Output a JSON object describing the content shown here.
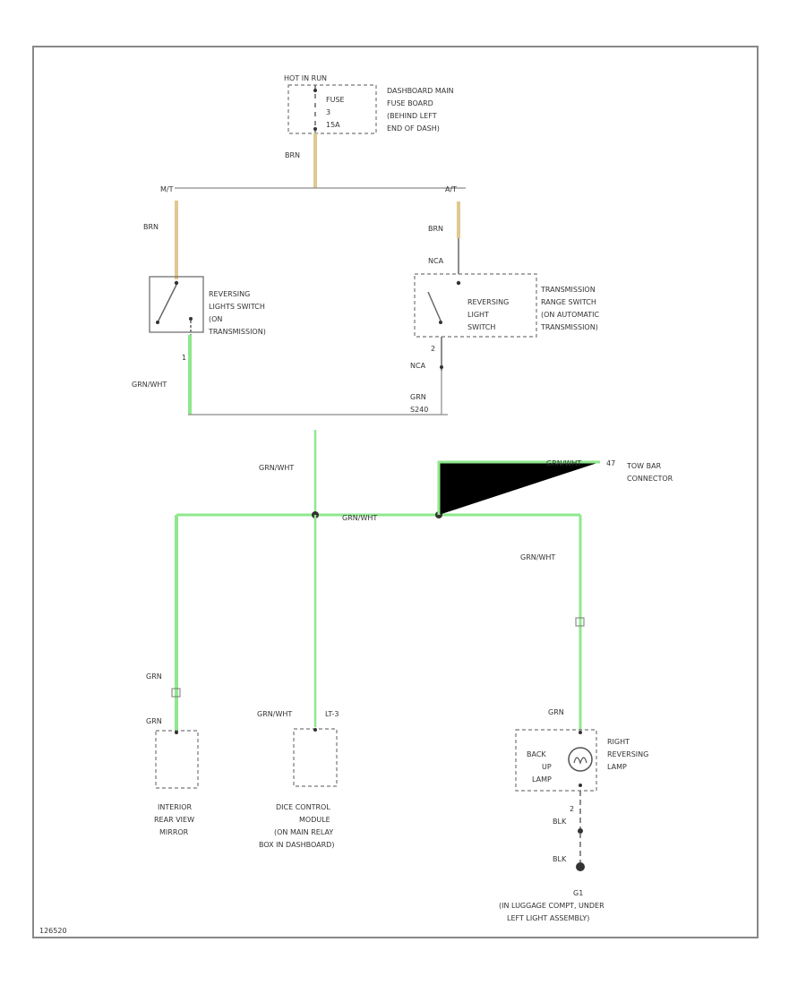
{
  "colors": {
    "wire_brn": "#e0c890",
    "wire_grn": "#8ee88e",
    "wire_gray": "#8a8a8a",
    "border": "#888888",
    "text": "#333333"
  },
  "fuse": {
    "top_label": "HOT IN RUN",
    "fuse_label": "FUSE",
    "fuse_number": "3",
    "fuse_rating": "15A",
    "location": [
      "DASHBOARD MAIN",
      "FUSE BOARD",
      "(BEHIND LEFT",
      "END OF DASH)"
    ]
  },
  "wires": {
    "brn_main": "BRN",
    "mt": "M/T",
    "at": "A/T",
    "brn_left": "BRN",
    "brn_right": "BRN",
    "nca_top": "NCA",
    "nca_bottom": "NCA",
    "grn_wht_left": "GRN/WHT",
    "grn_bottom": "GRN",
    "splice": "S240",
    "grn_wht_trunk": "GRN/WHT",
    "grn_wht_cross": "GRN/WHT",
    "grn_wht_tow": "GRN/WHT",
    "grn_wht_lamp": "GRN/WHT",
    "grn_mirror": "GRN",
    "grn_mirror_lower": "GRN",
    "grn_wht_module": "GRN/WHT",
    "grn_lamp": "GRN",
    "blk_1": "BLK",
    "blk_2": "BLK",
    "pin_1": "1",
    "pin_2": "2",
    "pin_3": "2"
  },
  "components": {
    "mt_switch": [
      "REVERSING",
      "LIGHTS SWITCH",
      "(ON",
      "TRANSMISSION)"
    ],
    "at_switch_inner": [
      "REVERSING",
      "LIGHT",
      "SWITCH"
    ],
    "at_switch_outer": [
      "TRANSMISSION",
      "RANGE SWITCH",
      "(ON AUTOMATIC",
      "TRANSMISSION)"
    ],
    "tow_bar": [
      "TOW BAR",
      "CONNECTOR"
    ],
    "mirror": [
      "INTERIOR",
      "REAR VIEW",
      "MIRROR"
    ],
    "module_pin": "LT-3",
    "module": [
      "DICE CONTROL",
      "MODULE",
      "(ON MAIN RELAY",
      "BOX IN DASHBOARD)"
    ],
    "lamp_inner": [
      "BACK",
      "UP",
      "LAMP"
    ],
    "lamp_outer": [
      "RIGHT",
      "REVERSING",
      "LAMP"
    ],
    "ground_id": "G1",
    "ground_loc": [
      "(IN LUGGAGE COMPT, UNDER",
      "LEFT LIGHT ASSEMBLY)"
    ]
  },
  "footer_code": "126520"
}
